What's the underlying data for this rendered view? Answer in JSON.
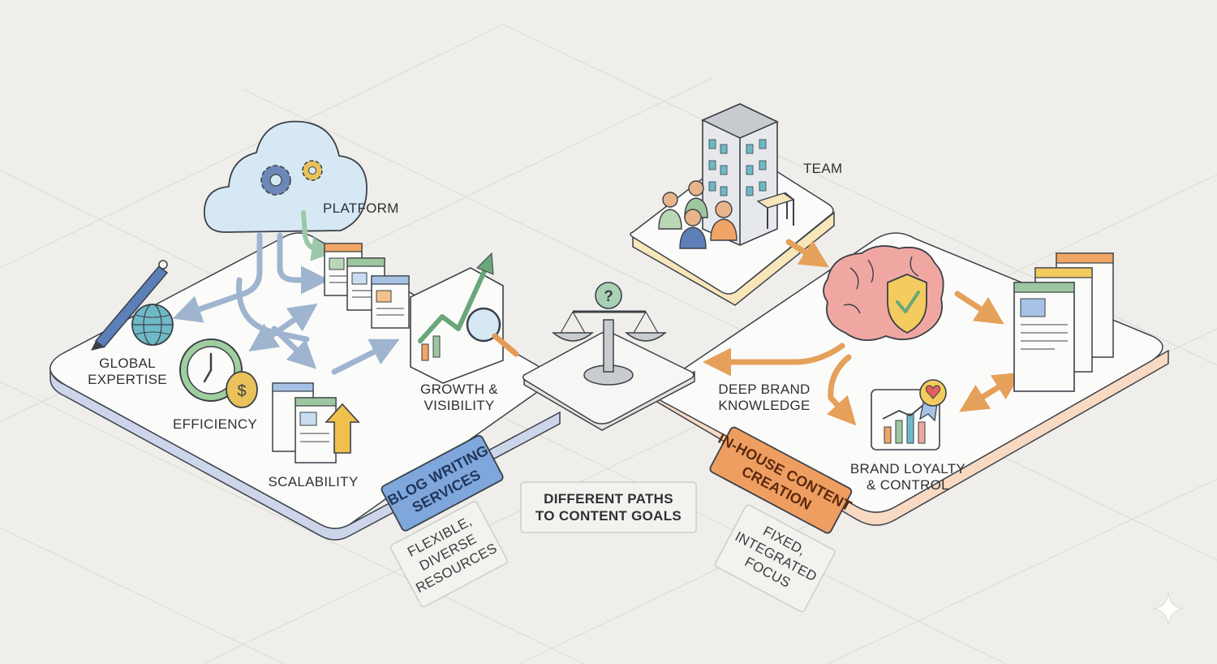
{
  "left": {
    "tag": {
      "line1": "BLOG WRITING",
      "line2": "SERVICES"
    },
    "note": {
      "line1": "FLEXIBLE,",
      "line2": "DIVERSE",
      "line3": "RESOURCES"
    },
    "labels": {
      "platform": "PLATFORM",
      "global_line1": "GLOBAL",
      "global_line2": "EXPERTISE",
      "efficiency": "EFFICIENCY",
      "scalability": "SCALABILITY",
      "growth_line1": "GROWTH &",
      "growth_line2": "VISIBILITY"
    }
  },
  "center": {
    "line1": "DIFFERENT PATHS",
    "line2": "TO CONTENT GOALS"
  },
  "right": {
    "tag": {
      "line1": "IN-HOUSE CONTENT",
      "line2": "CREATION"
    },
    "note": {
      "line1": "FIXED,",
      "line2": "INTEGRATED",
      "line3": "FOCUS"
    },
    "labels": {
      "team": "TEAM",
      "deep_line1": "DEEP BRAND",
      "deep_line2": "KNOWLEDGE",
      "loyalty_line1": "BRAND LOYALTY",
      "loyalty_line2": "& CONTROL"
    }
  },
  "icons": {
    "currency_symbol": "$",
    "question_mark": "?"
  },
  "colors": {
    "background": "#efeeea",
    "blue_tag": "#7fa7dc",
    "orange_tag": "#ef9e62",
    "ink": "#3b4048"
  }
}
